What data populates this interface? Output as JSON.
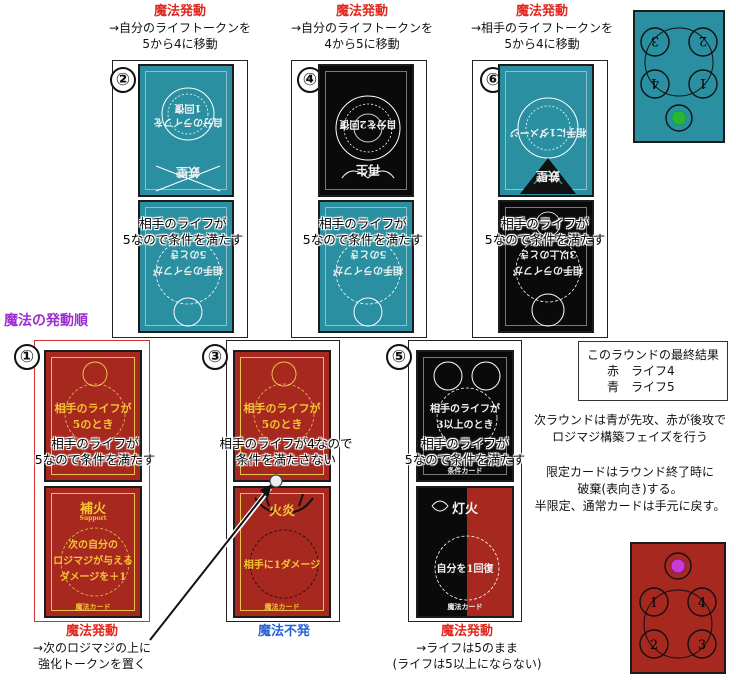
{
  "captions": {
    "c2": {
      "head": "魔法発動",
      "line1": "→自分のライフトークンを",
      "line2": "5から4に移動"
    },
    "c4": {
      "head": "魔法発動",
      "line1": "→自分のライフトークンを",
      "line2": "4から5に移動"
    },
    "c6": {
      "head": "魔法発動",
      "line1": "→相手のライフトークンを",
      "line2": "5から4に移動"
    },
    "c1": {
      "head": "魔法発動",
      "line1": "→次のロジマジの上に",
      "line2": "強化トークンを置く"
    },
    "c3": {
      "head": "魔法不発"
    },
    "c5": {
      "head": "魔法発動",
      "line1": "→ライフは5のまま",
      "line2": "(ライフは5以上にならない)"
    }
  },
  "steps": [
    "①",
    "②",
    "③",
    "④",
    "⑤",
    "⑥"
  ],
  "order_label": "魔法の発動順",
  "overlays": {
    "o2": {
      "l1": "相手のライフが",
      "l2": "5なので条件を満たす"
    },
    "o4": {
      "l1": "相手のライフが",
      "l2": "5なので条件を満たす"
    },
    "o6": {
      "l1": "相手のライフが",
      "l2": "5なので条件を満たす"
    },
    "o1": {
      "l1": "相手のライフが",
      "l2": "5なので条件を満たす"
    },
    "o3": {
      "l1": "相手のライフが4なので",
      "l2": "条件を満たさない"
    },
    "o5": {
      "l1": "相手のライフが",
      "l2": "5なので条件を満たす"
    }
  },
  "cards": {
    "k2_top": {
      "name": "鉄壁",
      "effect1": "自分のライフを",
      "effect2": "1回復"
    },
    "k4_top": {
      "name": "再生",
      "effect": "自分を2回復"
    },
    "k6_top": {
      "name": "鉄壁",
      "effect": "相手に1ダメージ"
    },
    "blue_cond": {
      "l1": "相手のライフが",
      "l2": "5のとき"
    },
    "k6_cond": {
      "l1": "相手のライフが",
      "l2": "3以上のとき"
    },
    "k1_cond": {
      "l1": "相手のライフが",
      "l2": "5のとき"
    },
    "k1_bottom": {
      "name": "補火",
      "sub": "Support",
      "e1": "次の自分の",
      "e2": "ロジマジが与える",
      "e3": "ダメージを＋1",
      "foot": "魔法カード"
    },
    "k3_cond": {
      "l1": "相手のライフが",
      "l2": "5のとき"
    },
    "k3_bottom": {
      "name": "火炎",
      "effect": "相手に1ダメージ",
      "foot": "魔法カード"
    },
    "k5_cond": {
      "l1": "相手のライフが",
      "l2": "3以上のとき",
      "foot": "条件カード"
    },
    "k5_bottom": {
      "name": "灯火",
      "effect": "自分を1回復",
      "foot": "魔法カード"
    }
  },
  "result": {
    "title": "このラウンドの最終結果",
    "red": "赤　ライフ4",
    "blue": "青　ライフ5"
  },
  "notes": {
    "n1a": "次ラウンドは青が先攻、赤が後攻で",
    "n1b": "ロジマジ構築フェイズを行う",
    "n2a": "限定カードはラウンド終了時に",
    "n2b": "破棄(表向き)する。",
    "n2c": "半限定、通常カードは手元に戻す。"
  },
  "tokens": {
    "blue_nums": [
      "3",
      "2",
      "4",
      "1"
    ],
    "red_nums": [
      "1",
      "4",
      "2",
      "3"
    ]
  },
  "colors": {
    "teal": "#2a8fa0",
    "red": "#a6281f",
    "black": "#0a0a0a",
    "gold": "#f5c532",
    "caption_red": "#e0281f",
    "caption_blue": "#2a62d6",
    "purple": "#9b2fd1"
  }
}
